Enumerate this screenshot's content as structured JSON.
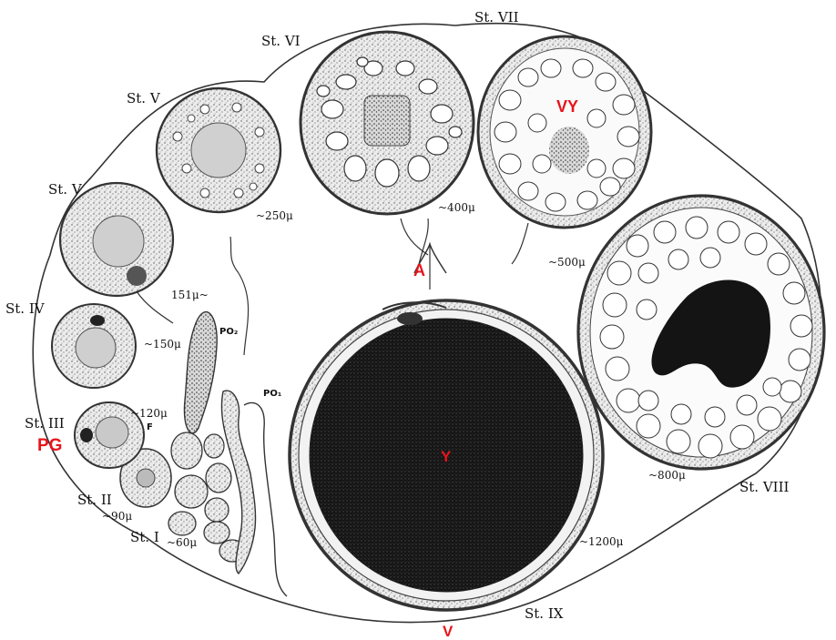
{
  "stage_labels": {
    "st1": "St. I",
    "st2": "St. II",
    "st3": "St. III",
    "st4": "St. IV",
    "st5a": "St. V",
    "st5b": "St. V",
    "st6": "St. VI",
    "st7": "St. VII",
    "st8": "St. VIII",
    "st9": "St. IX"
  },
  "size_labels": {
    "s60": "~60μ",
    "s90": "~90μ",
    "s120": "~120μ",
    "s150": "~150μ",
    "s151": "151μ~",
    "s250": "~250μ",
    "s400": "~400μ",
    "s500": "~500μ",
    "s800": "~800μ",
    "s1200": "~1200μ"
  },
  "structure_labels": {
    "po1": "PO₁",
    "po2": "PO₂",
    "f": "F"
  },
  "annotations": {
    "pg": "PG",
    "vy": "VY",
    "a": "A",
    "y": "Y",
    "v": "V"
  },
  "colors": {
    "annotation": "#e8141b",
    "ink": "#111111",
    "yolk": "#141414",
    "paper": "#ffffff"
  }
}
